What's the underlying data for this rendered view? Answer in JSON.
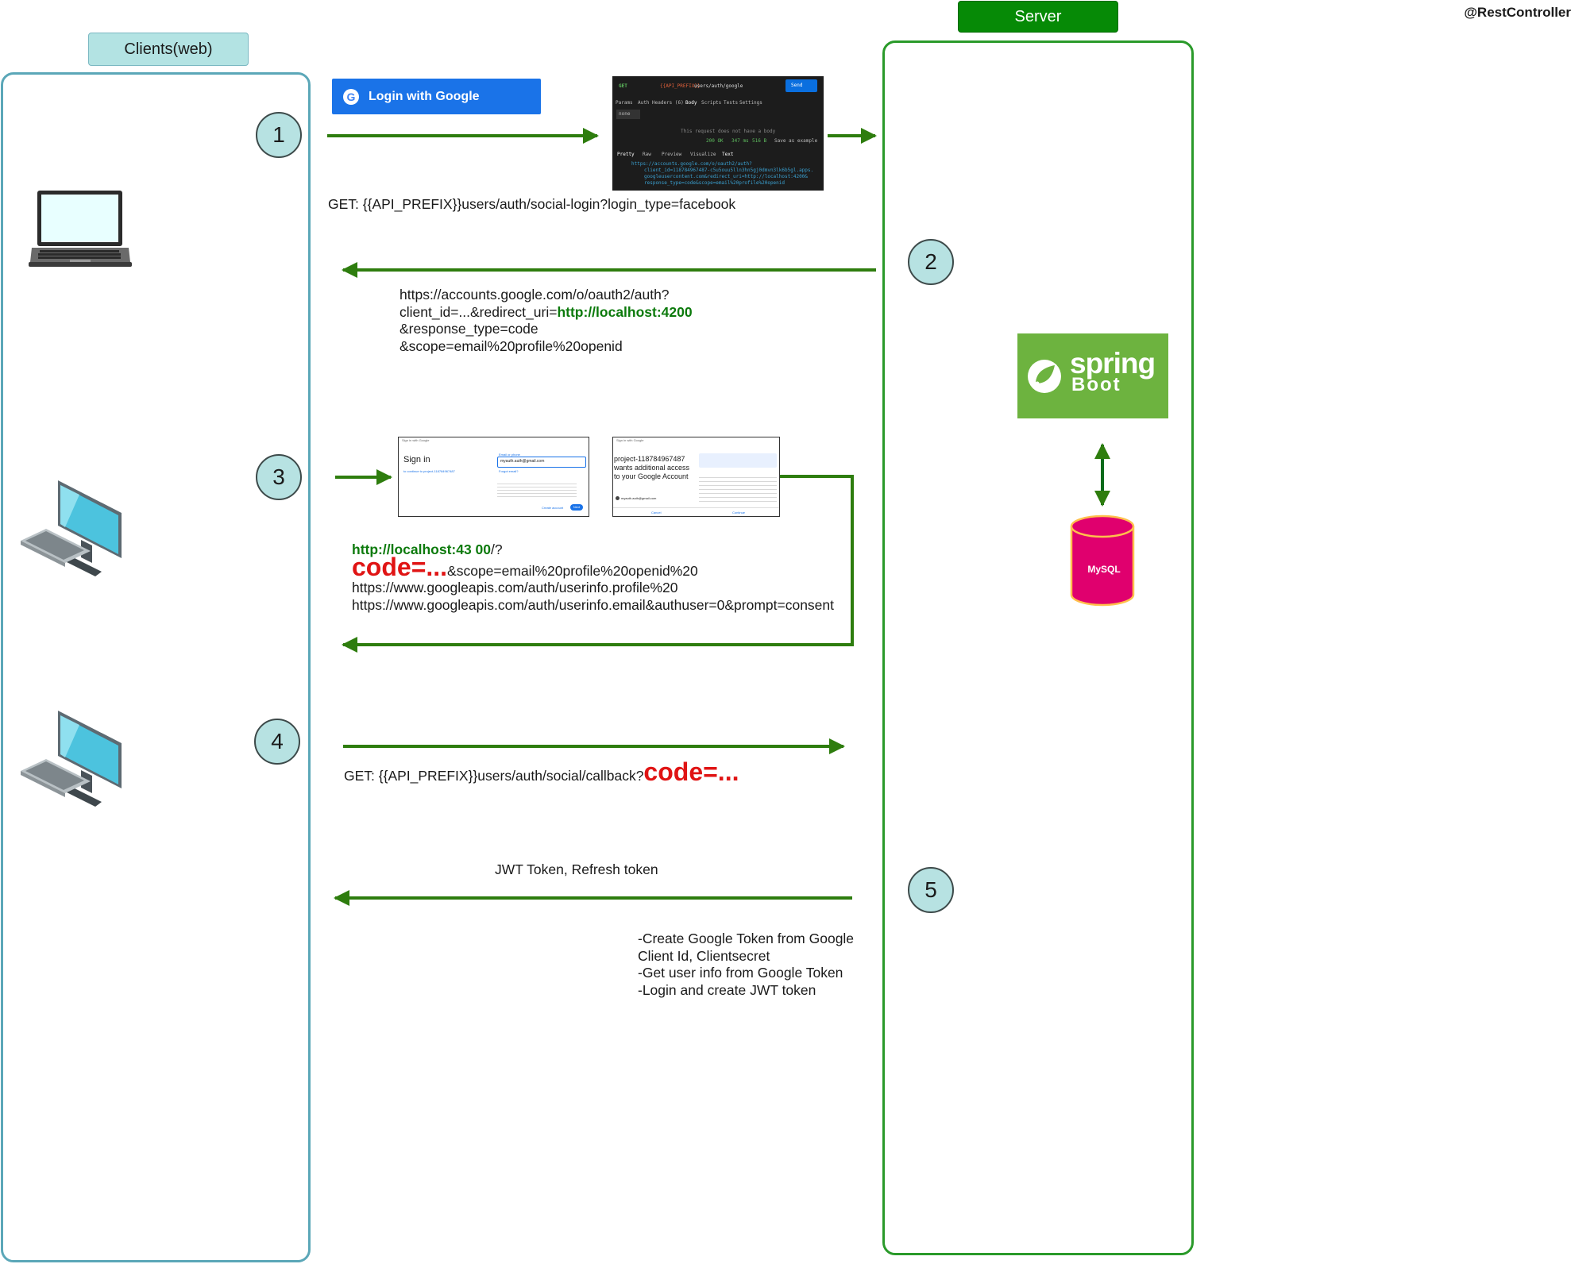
{
  "top_right_label": "@RestController",
  "lanes": {
    "client": {
      "title": "Clients(web)"
    },
    "server": {
      "title": "Server"
    }
  },
  "steps": [
    "1",
    "2",
    "3",
    "4",
    "5"
  ],
  "step1": {
    "button_label": "Login with Google",
    "button_icon": "G",
    "request": "GET: {{API_PREFIX}}users/auth/social-login?login_type=facebook",
    "postman": {
      "method": "GET",
      "url_prefix": "{{API_PREFIX}}",
      "url_path": "users/auth/google",
      "send_label": "Send",
      "tabs": [
        "Params",
        "Auth",
        "Headers (6)",
        "Body",
        "Scripts",
        "Tests",
        "Settings"
      ],
      "body_mode": "none",
      "no_body_note": "This request does not have a body",
      "status": "200 OK",
      "time": "347 ms",
      "size": "516 B",
      "save_label": "Save as example",
      "view_tabs": [
        "Pretty",
        "Raw",
        "Preview",
        "Visualize",
        "Text"
      ],
      "lines": [
        "https://accounts.google.com/o/oauth2/auth?",
        "client_id=118784967487-c5u5ouu5lln3hn5gj0dmvn3lk6b5gl.apps.",
        "googleusercontent.com&redirect_uri=http://localhost:4200&",
        "response_type=code&scope=email%20profile%20openid"
      ]
    }
  },
  "step2": {
    "line1": "https://accounts.google.com/o/oauth2/auth?",
    "line2_prefix": "client_id=...&redirect_uri=",
    "line2_highlight": "http://localhost:4200",
    "line3": "&response_type=code",
    "line4": "&scope=email%20profile%20openid"
  },
  "step3": {
    "signin": {
      "caption": "Sign in with Google",
      "title": "Sign in",
      "subtitle": "to continue to project-118784967487",
      "email_label": "Email or phone",
      "email_value": "myauth.auth@gmail.com",
      "forgot": "Forgot email?",
      "create": "Create account",
      "next": "Next"
    },
    "consent": {
      "caption": "Sign in with Google",
      "title": "project-118784967487 wants additional access to your Google Account",
      "account": "myauth.auth@gmail.com",
      "cancel": "Cancel",
      "continue": "Continue"
    },
    "line1_highlight": "http://localhost:43 00",
    "line1_suffix": "/?",
    "code_big": "code=...",
    "code_suffix": "&scope=email%20profile%20openid%20",
    "line3": "https://www.googleapis.com/auth/userinfo.profile%20",
    "line4": "https://www.googleapis.com/auth/userinfo.email&authuser=0&prompt=consent"
  },
  "step4": {
    "request": "GET: {{API_PREFIX}}users/auth/social/callback?",
    "code_big": "code=..."
  },
  "step5": {
    "response": "JWT Token, Refresh token",
    "notes": [
      "-Create Google Token from Google",
      "Client Id, Clientsecret",
      "-Get user info from Google Token",
      "-Login and create JWT token"
    ]
  },
  "server_components": {
    "framework_line1": "spring",
    "framework_line2": "Boot",
    "database": "MySQL"
  },
  "colors": {
    "arrow": "#2e7d0e",
    "client_lane": "#5ba7b8",
    "server_lane": "#2a9a2a",
    "server_header": "#068a06",
    "step_circle": "#b7e2e2",
    "spring": "#6db33f",
    "mysql": "#e0006e",
    "code_red": "#e01414"
  },
  "icons": [
    "laptop-icon",
    "desktop-computer-icon",
    "google-g-icon",
    "spring-leaf-icon",
    "database-icon"
  ]
}
